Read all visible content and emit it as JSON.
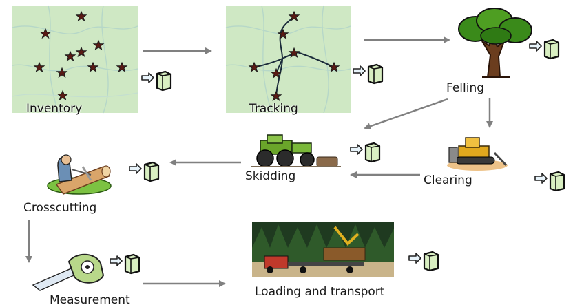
{
  "diagram": {
    "steps": {
      "inventory": "Inventory",
      "tracking": "Tracking",
      "felling": "Felling",
      "skidding": "Skidding",
      "clearing": "Clearing",
      "crosscutting": "Crosscutting",
      "measurement": "Measurement",
      "loading": "Loading and transport"
    },
    "icons": {
      "data_output": "arrow-to-document-icon",
      "map_marker": "star-icon"
    },
    "colors": {
      "map_bg": "#cfe8c4",
      "star": "#5a1a14",
      "arrow": "#808080",
      "doc_fill": "#d9efc2",
      "doc_stroke": "#111111"
    }
  }
}
